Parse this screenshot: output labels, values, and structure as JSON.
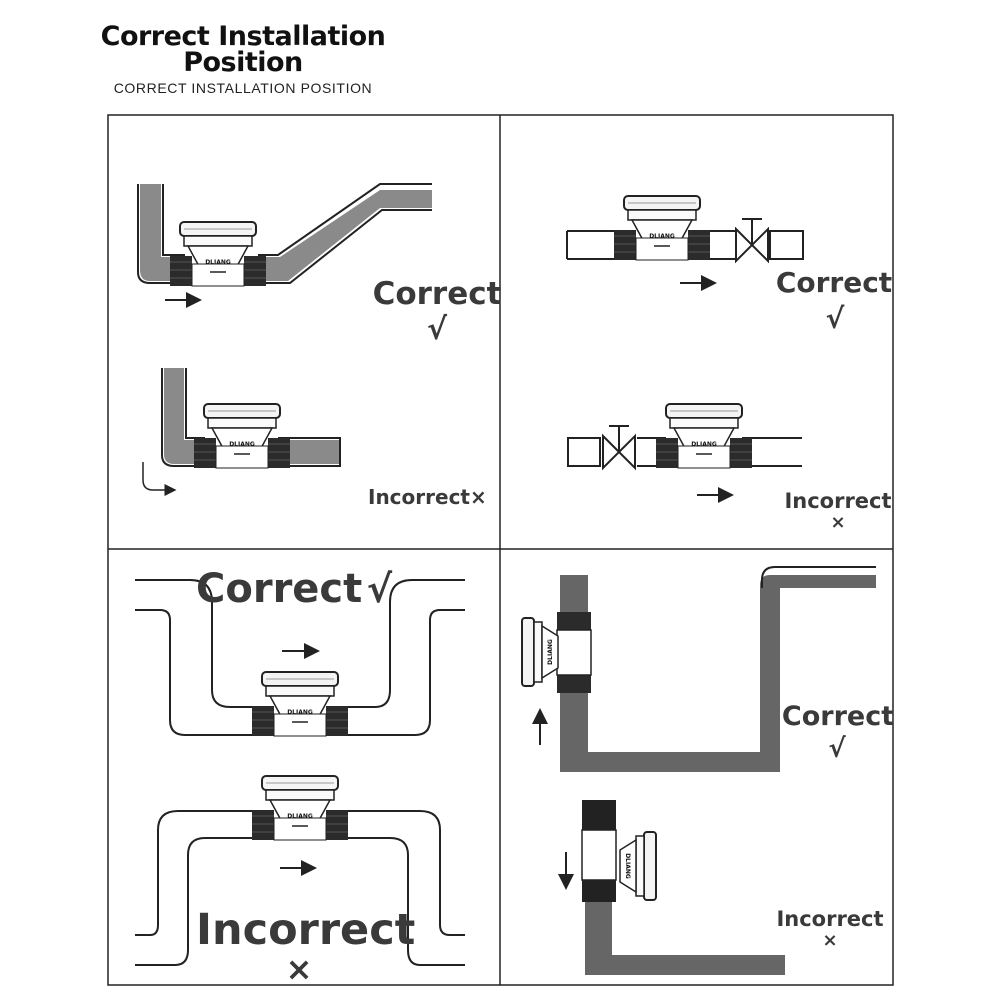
{
  "header": {
    "title_line1": "Correct Installation",
    "title_line2": "Position",
    "subtitle": "CORRECT INSTALLATION POSITION"
  },
  "meter": {
    "brand": "DLIANG"
  },
  "panels": [
    {
      "id": "top-left",
      "correct": {
        "label": "Correct",
        "mark": "√"
      },
      "incorrect": {
        "label": "Incorrect",
        "mark": "×"
      }
    },
    {
      "id": "top-right",
      "correct": {
        "label": "Correct",
        "mark": "√"
      },
      "incorrect": {
        "label": "Incorrect",
        "mark": "×"
      }
    },
    {
      "id": "bottom-left",
      "correct": {
        "label": "Correct",
        "mark": "√"
      },
      "incorrect": {
        "label": "Incorrect",
        "mark": "×"
      }
    },
    {
      "id": "bottom-right",
      "correct": {
        "label": "Correct",
        "mark": "√"
      },
      "incorrect": {
        "label": "Incorrect",
        "mark": "×"
      }
    }
  ],
  "colors": {
    "pipe_fill": "#8a8a8a",
    "pipe_dark": "#666666",
    "outline": "#222222",
    "text": "#3a3a3a"
  }
}
